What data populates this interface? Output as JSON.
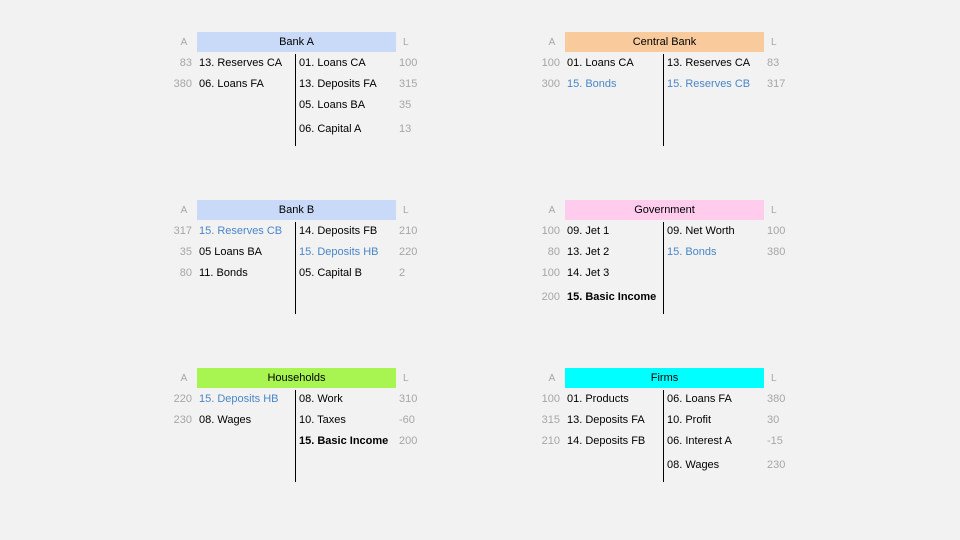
{
  "accounts": [
    {
      "id": "bank-a",
      "title": "Bank A",
      "color": "#c9daf8",
      "asset_header": "A",
      "liab_header": "L",
      "assets": [
        {
          "value": "83",
          "name": "13. Reserves CA"
        },
        {
          "value": "380",
          "name": "06. Loans FA"
        }
      ],
      "liabilities": [
        {
          "name": "01. Loans CA",
          "value": "100"
        },
        {
          "name": "13. Deposits FA",
          "value": "315"
        },
        {
          "name": "05. Loans BA",
          "value": "35"
        },
        {
          "name": "06. Capital A",
          "value": "13"
        }
      ]
    },
    {
      "id": "central-bank",
      "title": "Central Bank",
      "color": "#f9cb9c",
      "asset_header": "A",
      "liab_header": "L",
      "assets": [
        {
          "value": "100",
          "name": "01. Loans CA"
        },
        {
          "value": "300",
          "name": "15. Bonds",
          "blue": true
        }
      ],
      "liabilities": [
        {
          "name": "13. Reserves CA",
          "value": "83"
        },
        {
          "name": "15. Reserves CB",
          "value": "317",
          "blue": true
        }
      ]
    },
    {
      "id": "bank-b",
      "title": "Bank B",
      "color": "#c9daf8",
      "asset_header": "A",
      "liab_header": "L",
      "assets": [
        {
          "value": "317",
          "name": "15. Reserves CB",
          "blue": true
        },
        {
          "value": "35",
          "name": "05 Loans BA"
        },
        {
          "value": "80",
          "name": "11. Bonds"
        }
      ],
      "liabilities": [
        {
          "name": "14. Deposits FB",
          "value": "210"
        },
        {
          "name": "15. Deposits HB",
          "value": "220",
          "blue": true
        },
        {
          "name": "05. Capital B",
          "value": "2"
        }
      ]
    },
    {
      "id": "government",
      "title": "Government",
      "color": "#ffccee",
      "asset_header": "A",
      "liab_header": "L",
      "assets": [
        {
          "value": "100",
          "name": "09. Jet 1"
        },
        {
          "value": "80",
          "name": "13. Jet 2"
        },
        {
          "value": "100",
          "name": "14. Jet 3"
        },
        {
          "value": "200",
          "name": "15. Basic Income",
          "bold": true
        }
      ],
      "liabilities": [
        {
          "name": "09. Net Worth",
          "value": "100"
        },
        {
          "name": "15. Bonds",
          "value": "380",
          "blue": true
        }
      ]
    },
    {
      "id": "households",
      "title": "Households",
      "color": "#a8f552",
      "asset_header": "A",
      "liab_header": "L",
      "assets": [
        {
          "value": "220",
          "name": "15. Deposits HB",
          "blue": true
        },
        {
          "value": "230",
          "name": "08. Wages"
        }
      ],
      "liabilities": [
        {
          "name": "08. Work",
          "value": "310"
        },
        {
          "name": "10. Taxes",
          "value": "-60"
        },
        {
          "name": "15. Basic Income",
          "value": "200",
          "bold": true
        }
      ]
    },
    {
      "id": "firms",
      "title": "Firms",
      "color": "#00ffff",
      "asset_header": "A",
      "liab_header": "L",
      "assets": [
        {
          "value": "100",
          "name": "01. Products"
        },
        {
          "value": "315",
          "name": "13. Deposits FA"
        },
        {
          "value": "210",
          "name": "14. Deposits FB"
        }
      ],
      "liabilities": [
        {
          "name": "06. Loans FA",
          "value": "380"
        },
        {
          "name": "10. Profit",
          "value": "30"
        },
        {
          "name": "06. Interest A",
          "value": "-15"
        },
        {
          "name": "08. Wages",
          "value": "230"
        }
      ]
    }
  ]
}
